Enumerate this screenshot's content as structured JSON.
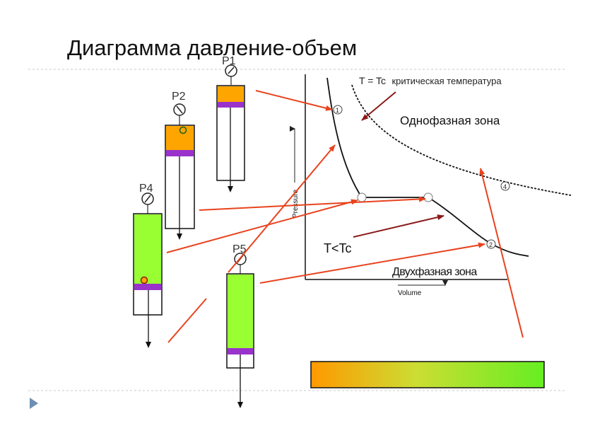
{
  "slide": {
    "title": "Диаграмма давление-объем",
    "critical_label_prefix": "T = Tc",
    "critical_label_suffix": "критическая температура",
    "single_phase": "Однофазная зона",
    "two_phase": "Двухфазная зона",
    "t_less": "T<Tc"
  },
  "gauges": {
    "p1": "P1",
    "p2": "P2",
    "p4": "P4",
    "p5": "P5"
  },
  "graph": {
    "xlabel": "Volume",
    "ylabel": "Pressure",
    "points": [
      "1",
      "2",
      "4"
    ]
  },
  "colors": {
    "gas": "#ffa500",
    "liquid": "#99ff33",
    "piston": "#9933cc",
    "arrow": "#e8431e",
    "dark_arrow": "#8b1a1a",
    "divider": "#c8c8c8"
  }
}
